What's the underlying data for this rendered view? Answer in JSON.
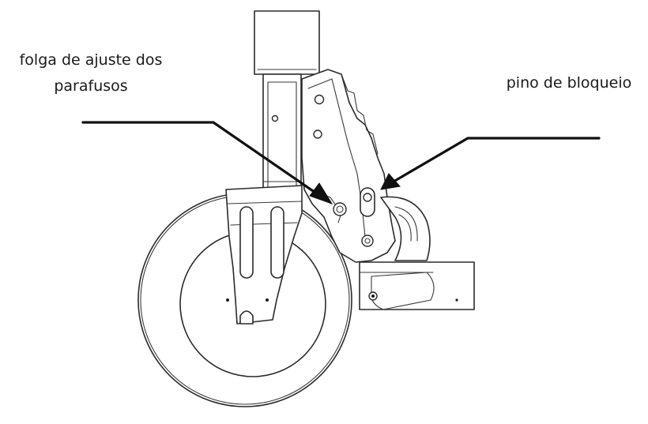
{
  "callouts": {
    "bolt_slot": {
      "line1": "folga de ajuste dos",
      "line2": "parafusos"
    },
    "locking_pin": {
      "label": "pino de bloqueio"
    }
  },
  "colors": {
    "ink": "#2a2a2a",
    "leader": "#111111",
    "background": "#ffffff"
  }
}
